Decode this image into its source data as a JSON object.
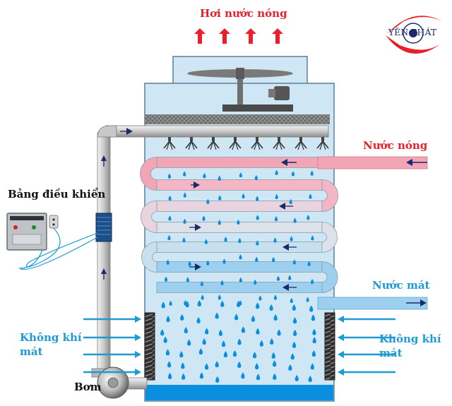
{
  "labels": {
    "hot_vapor": "Hơi nước nóng",
    "hot_water": "Nước nóng",
    "cool_water": "Nước mát",
    "control_panel": "Bảng điều khiển",
    "cool_air_left_1": "Không khí",
    "cool_air_left_2": "mát",
    "cool_air_right_1": "Không khí",
    "cool_air_right_2": "mát",
    "pump": "Bơm"
  },
  "logo": {
    "text": "YÊN PHÁT"
  },
  "colors": {
    "hot": "#e8202a",
    "cool": "#1e9ad6",
    "tower_fill": "#cfe7f4",
    "hot_pipe": "#f2a5b5",
    "cool_pipe": "#9cd0ee",
    "water": "#0a8fe0"
  }
}
